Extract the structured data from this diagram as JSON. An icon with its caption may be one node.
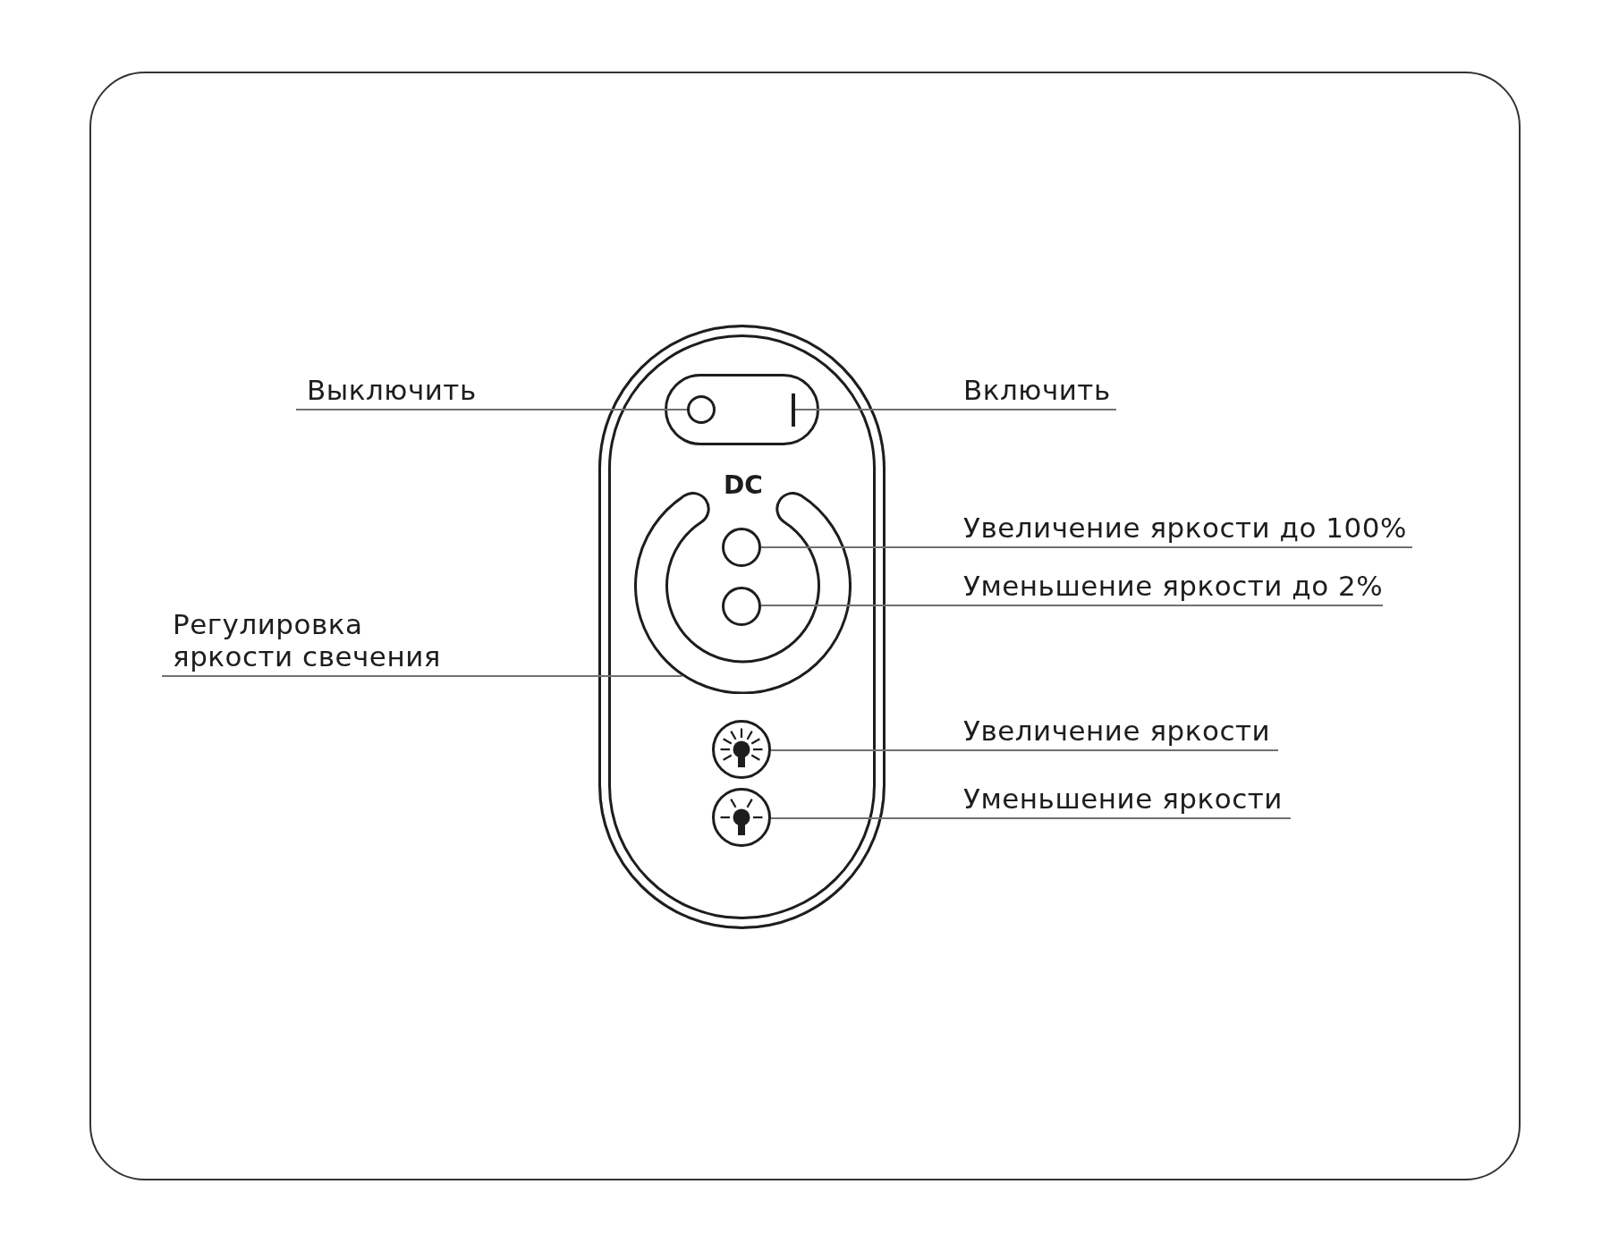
{
  "diagram": {
    "nodes": [
      {
        "text": [
          "DC"
        ]
      },
      {
        "text": [
          "Выключить"
        ]
      },
      {
        "text": [
          "Включить"
        ]
      },
      {
        "text": [
          "Увеличение яркости до 100%"
        ]
      },
      {
        "text": [
          "Уменьшение яркости до 2%"
        ]
      },
      {
        "text": [
          "Регулировка яркости свечения"
        ]
      },
      {
        "text": [
          "Увеличение яркости"
        ]
      },
      {
        "text": [
          "Уменьшение яркости"
        ]
      },
      {
        "text": [],
        "shape": "circle",
        "in": 0
      },
      {
        "text": [],
        "shape": "bar",
        "in": 0
      },
      {
        "text": [],
        "shape": "circle",
        "in": 0
      },
      {
        "text": [],
        "shape": "circle",
        "in": 0
      },
      {
        "text": [],
        "shape": "ring",
        "in": 0
      },
      {
        "text": [],
        "shape": "circle",
        "in": 0
      },
      {
        "text": [],
        "shape": "circle",
        "in": 0
      }
    ],
    "edges": [
      {
        "from": 1,
        "to": 8,
        "arrow": "none"
      },
      {
        "from": 2,
        "to": 9,
        "arrow": "none"
      },
      {
        "from": 3,
        "to": 10,
        "arrow": "none"
      },
      {
        "from": 4,
        "to": 11,
        "arrow": "none"
      },
      {
        "from": 5,
        "to": 12,
        "arrow": "none"
      },
      {
        "from": 6,
        "to": 13,
        "arrow": "none"
      },
      {
        "from": 7,
        "to": 14,
        "arrow": "none"
      }
    ]
  }
}
